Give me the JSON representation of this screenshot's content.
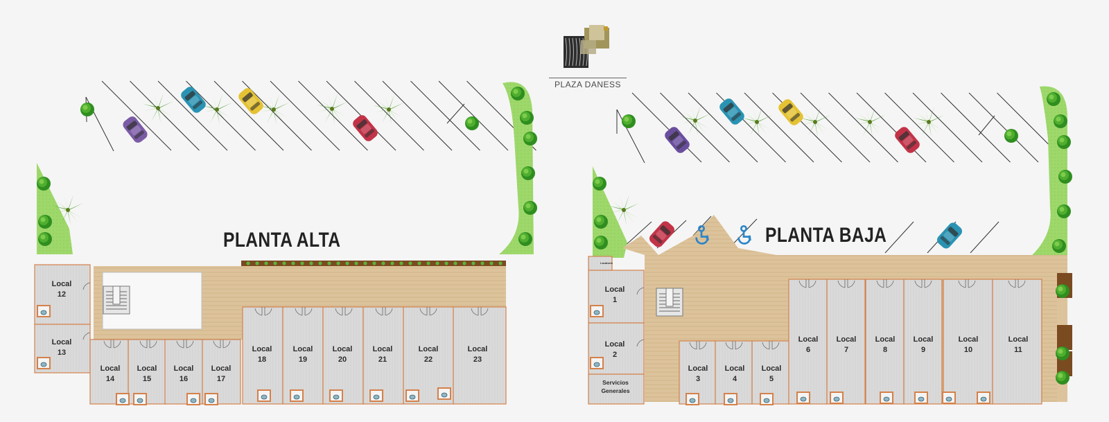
{
  "brand": {
    "name": "PLAZA DANESS"
  },
  "colors": {
    "background": "#f5f5f5",
    "wood": "#ddc39b",
    "unit_floor": "#dadada",
    "wall": "#d4814a",
    "grass": "#9ed86b",
    "shrub": "#2f8e1f",
    "accessible": "#2d86c8",
    "planter": "#7a4a21"
  },
  "planta_alta": {
    "title": "PLANTA ALTA",
    "units": [
      {
        "id": "12",
        "label": "Local",
        "number": "12"
      },
      {
        "id": "13",
        "label": "Local",
        "number": "13"
      },
      {
        "id": "14",
        "label": "Local",
        "number": "14"
      },
      {
        "id": "15",
        "label": "Local",
        "number": "15"
      },
      {
        "id": "16",
        "label": "Local",
        "number": "16"
      },
      {
        "id": "17",
        "label": "Local",
        "number": "17"
      },
      {
        "id": "18",
        "label": "Local",
        "number": "18"
      },
      {
        "id": "19",
        "label": "Local",
        "number": "19"
      },
      {
        "id": "20",
        "label": "Local",
        "number": "20"
      },
      {
        "id": "21",
        "label": "Local",
        "number": "21"
      },
      {
        "id": "22",
        "label": "Local",
        "number": "22"
      },
      {
        "id": "23",
        "label": "Local",
        "number": "23"
      }
    ]
  },
  "planta_baja": {
    "title": "PLANTA BAJA",
    "units": [
      {
        "id": "1",
        "label": "Local",
        "number": "1"
      },
      {
        "id": "2",
        "label": "Local",
        "number": "2"
      },
      {
        "id": "3",
        "label": "Local",
        "number": "3"
      },
      {
        "id": "4",
        "label": "Local",
        "number": "4"
      },
      {
        "id": "5",
        "label": "Local",
        "number": "5"
      },
      {
        "id": "6",
        "label": "Local",
        "number": "6"
      },
      {
        "id": "7",
        "label": "Local",
        "number": "7"
      },
      {
        "id": "8",
        "label": "Local",
        "number": "8"
      },
      {
        "id": "9",
        "label": "Local",
        "number": "9"
      },
      {
        "id": "10",
        "label": "Local",
        "number": "10"
      },
      {
        "id": "11",
        "label": "Local",
        "number": "11"
      }
    ],
    "services": {
      "line1": "Servicios",
      "line2": "Generales"
    },
    "small_room": "Lavatorio"
  },
  "icons": [
    "plaza-daness-logo-icon",
    "car-icon",
    "palm-tree-icon",
    "shrub-icon",
    "accessible-parking-icon",
    "staircase-icon",
    "door-swing-icon",
    "toilet-icon"
  ]
}
